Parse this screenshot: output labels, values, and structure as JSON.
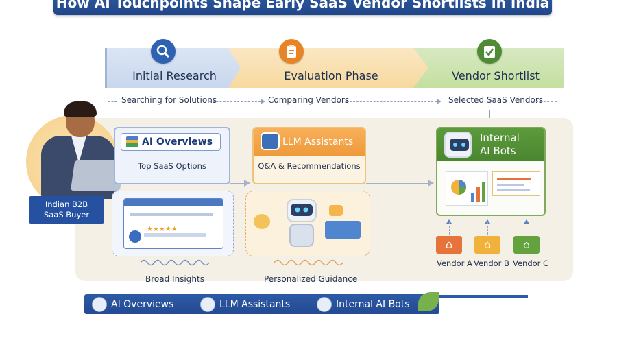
{
  "title": "How AI Touchpoints Shape Early SaaS Vendor Shortlists in India",
  "phases": {
    "research": "Initial Research",
    "evaluation": "Evaluation Phase",
    "shortlist": "Vendor Shortlist"
  },
  "sub_labels": {
    "research": "Searching for Solutions",
    "evaluation": "Comparing Vendors",
    "shortlist": "Selected SaaS Vendors"
  },
  "buyer": {
    "label_line1": "Indian B2B",
    "label_line2": "SaaS Buyer"
  },
  "cards": {
    "ai_overviews": {
      "title": "AI Overviews",
      "subtitle": "Top SaaS Options"
    },
    "llm_assistants": {
      "title": "LLM Assistants",
      "subtitle": "Q&A & Recommendations"
    },
    "internal_bots": {
      "title_line1": "Internal",
      "title_line2": "AI Bots"
    }
  },
  "illustration_labels": {
    "broad": "Broad Insights",
    "personalized": "Personalized Guidance"
  },
  "browser_stars": "★★★★★",
  "vendors": [
    "Vendor A",
    "Vendor B",
    "Vendor C"
  ],
  "legend": [
    "AI Overviews",
    "LLM Assistants",
    "Internal AI Bots"
  ],
  "icons": {
    "research": "search-icon",
    "evaluation": "clipboard-icon",
    "shortlist": "checkmark-icon",
    "vendor": "house-icon"
  },
  "colors": {
    "primary_blue": "#2f5aa0",
    "orange": "#ee9a3a",
    "green": "#4a8630"
  }
}
